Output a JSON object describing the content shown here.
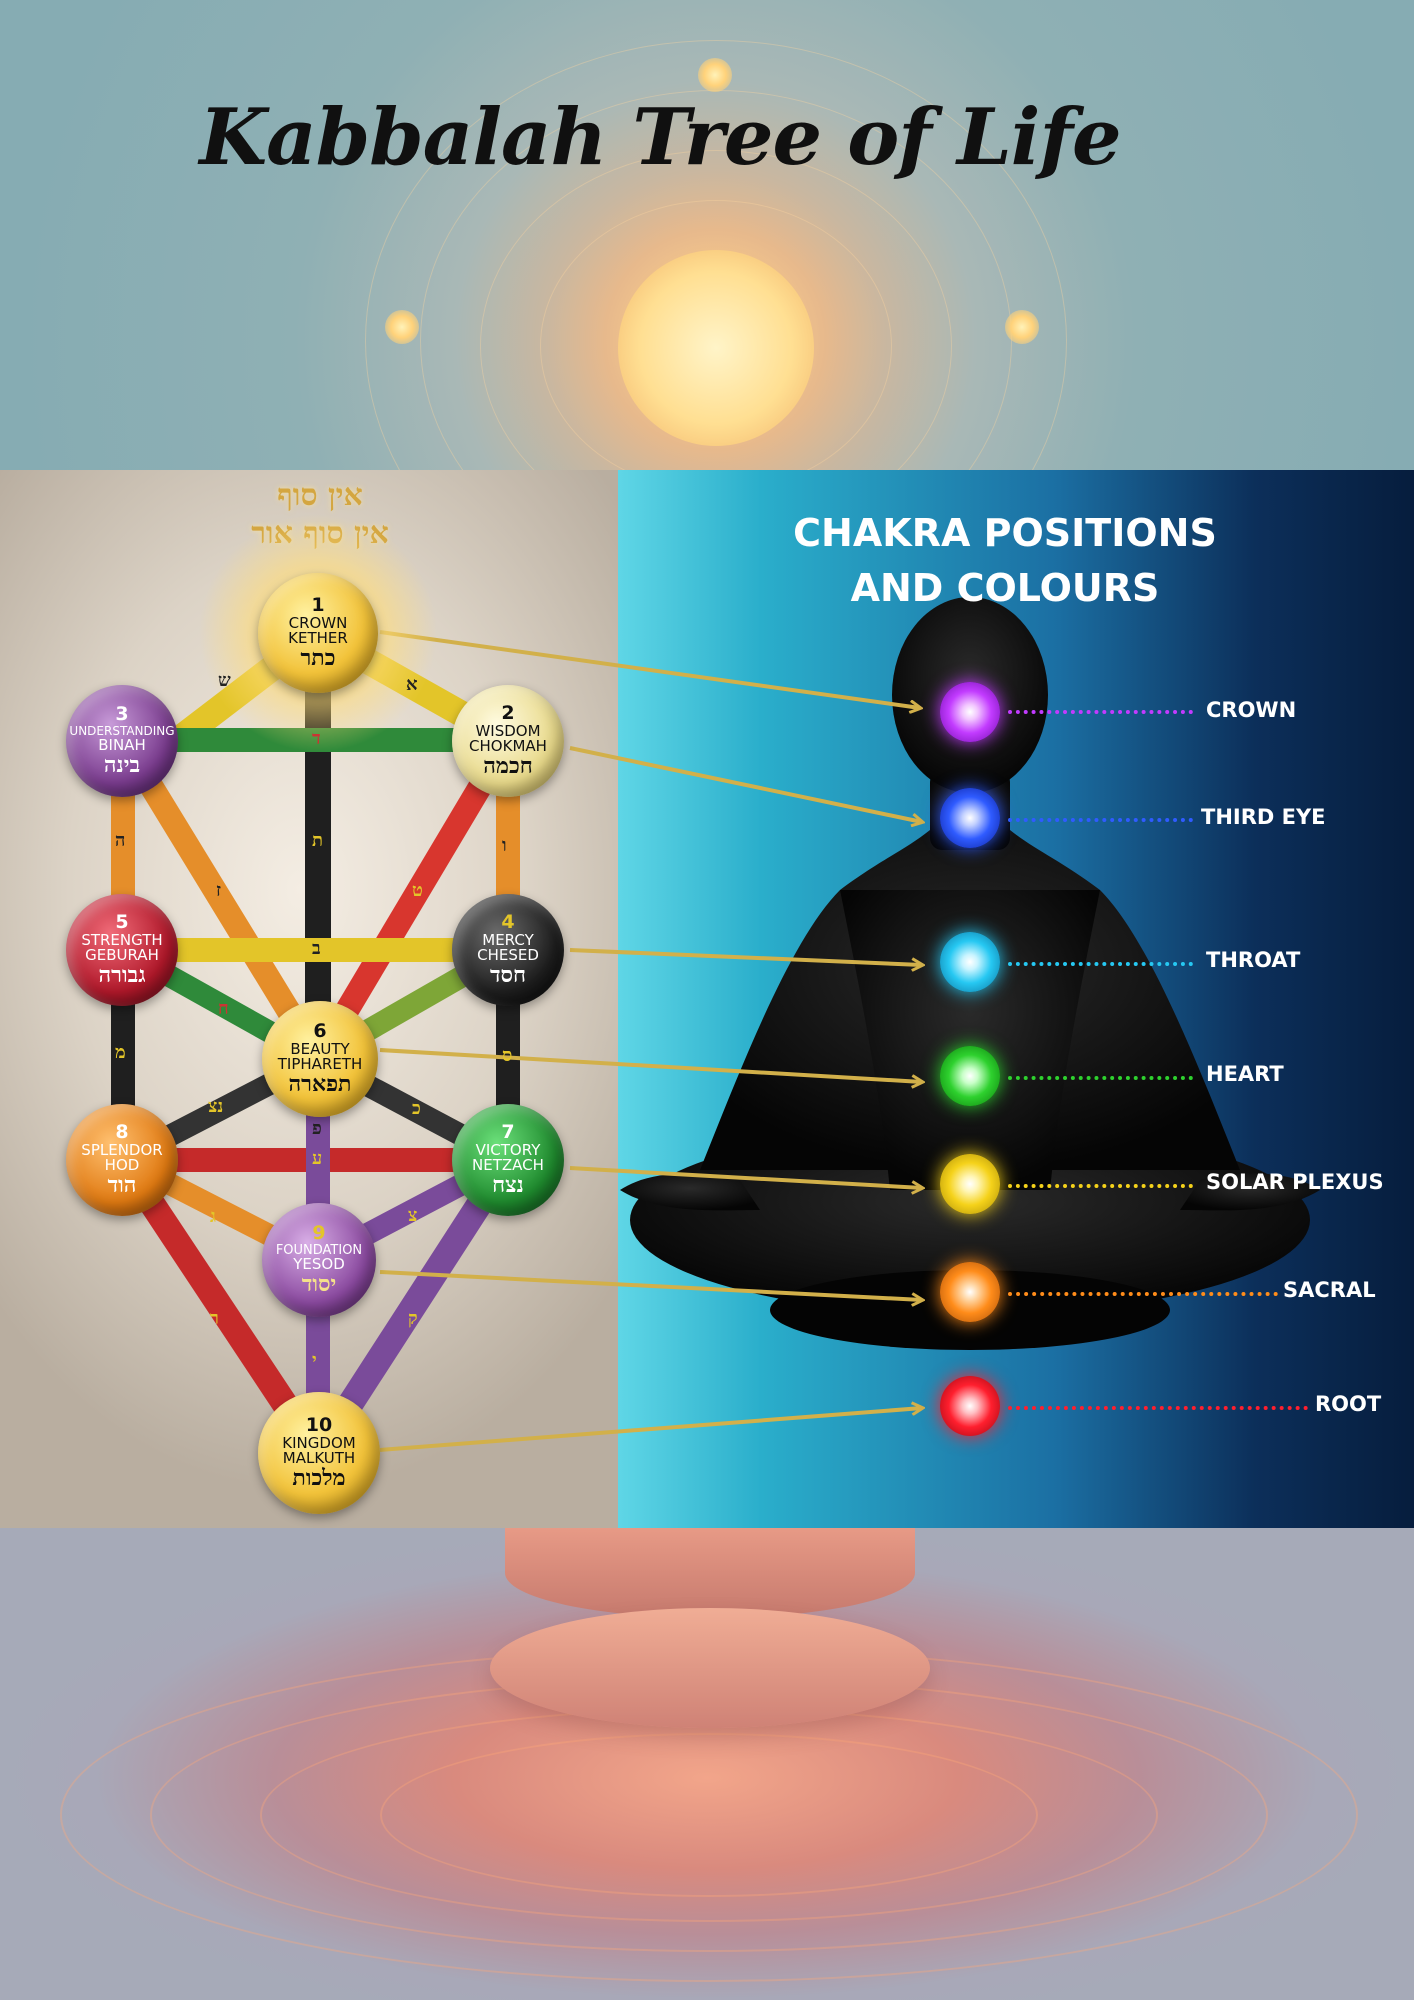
{
  "title": "Kabbalah Tree of Life",
  "ein_sof": [
    "אין סוף",
    "אין סוף אור"
  ],
  "chakra_panel": {
    "title_line1": "CHAKRA POSITIONS",
    "title_line2": "AND COLOURS"
  },
  "sephirot": [
    {
      "number": "1",
      "name": "CROWN",
      "transliteration": "KETHER",
      "hebrew": "כתר",
      "color": "#f2c33a"
    },
    {
      "number": "2",
      "name": "WISDOM",
      "transliteration": "CHOKMAH",
      "hebrew": "חכמה",
      "color": "#e8d98a"
    },
    {
      "number": "3",
      "name": "UNDERSTANDING",
      "transliteration": "BINAH",
      "hebrew": "בינה",
      "color": "#7a3c8e"
    },
    {
      "number": "4",
      "name": "MERCY",
      "transliteration": "CHESED",
      "hebrew": "חסד",
      "color": "#1e1e1e"
    },
    {
      "number": "5",
      "name": "STRENGTH",
      "transliteration": "GEBURAH",
      "hebrew": "גבורה",
      "color": "#b0182a"
    },
    {
      "number": "6",
      "name": "BEAUTY",
      "transliteration": "TIPHARETH",
      "hebrew": "תפארה",
      "color": "#f2c33a"
    },
    {
      "number": "7",
      "name": "VICTORY",
      "transliteration": "NETZACH",
      "hebrew": "נצח",
      "color": "#1f8a2e"
    },
    {
      "number": "8",
      "name": "SPLENDOR",
      "transliteration": "HOD",
      "hebrew": "הוד",
      "color": "#e07a12"
    },
    {
      "number": "9",
      "name": "FOUNDATION",
      "transliteration": "YESOD",
      "hebrew": "יסוד",
      "color": "#8b4aa0"
    },
    {
      "number": "10",
      "name": "KINGDOM",
      "transliteration": "MALKUTH",
      "hebrew": "מלכות",
      "color": "#f2c33a"
    }
  ],
  "path_letters": [
    "ש",
    "א",
    "ד",
    "ה",
    "ת",
    "ו",
    "ז",
    "ב",
    "ט",
    "ח",
    "מ",
    "ס",
    "נצ",
    "פ",
    "כ",
    "ע",
    "ג",
    "צ",
    "ר",
    "ק",
    "י",
    "ל"
  ],
  "chakras": [
    {
      "label": "CROWN",
      "color": "#c23bff"
    },
    {
      "label": "THIRD EYE",
      "color": "#2f5bff"
    },
    {
      "label": "THROAT",
      "color": "#26c8f2"
    },
    {
      "label": "HEART",
      "color": "#2ed12e"
    },
    {
      "label": "SOLAR PLEXUS",
      "color": "#f5d21a"
    },
    {
      "label": "SACRAL",
      "color": "#ff8c1a"
    },
    {
      "label": "ROOT",
      "color": "#ff1f2e"
    }
  ]
}
